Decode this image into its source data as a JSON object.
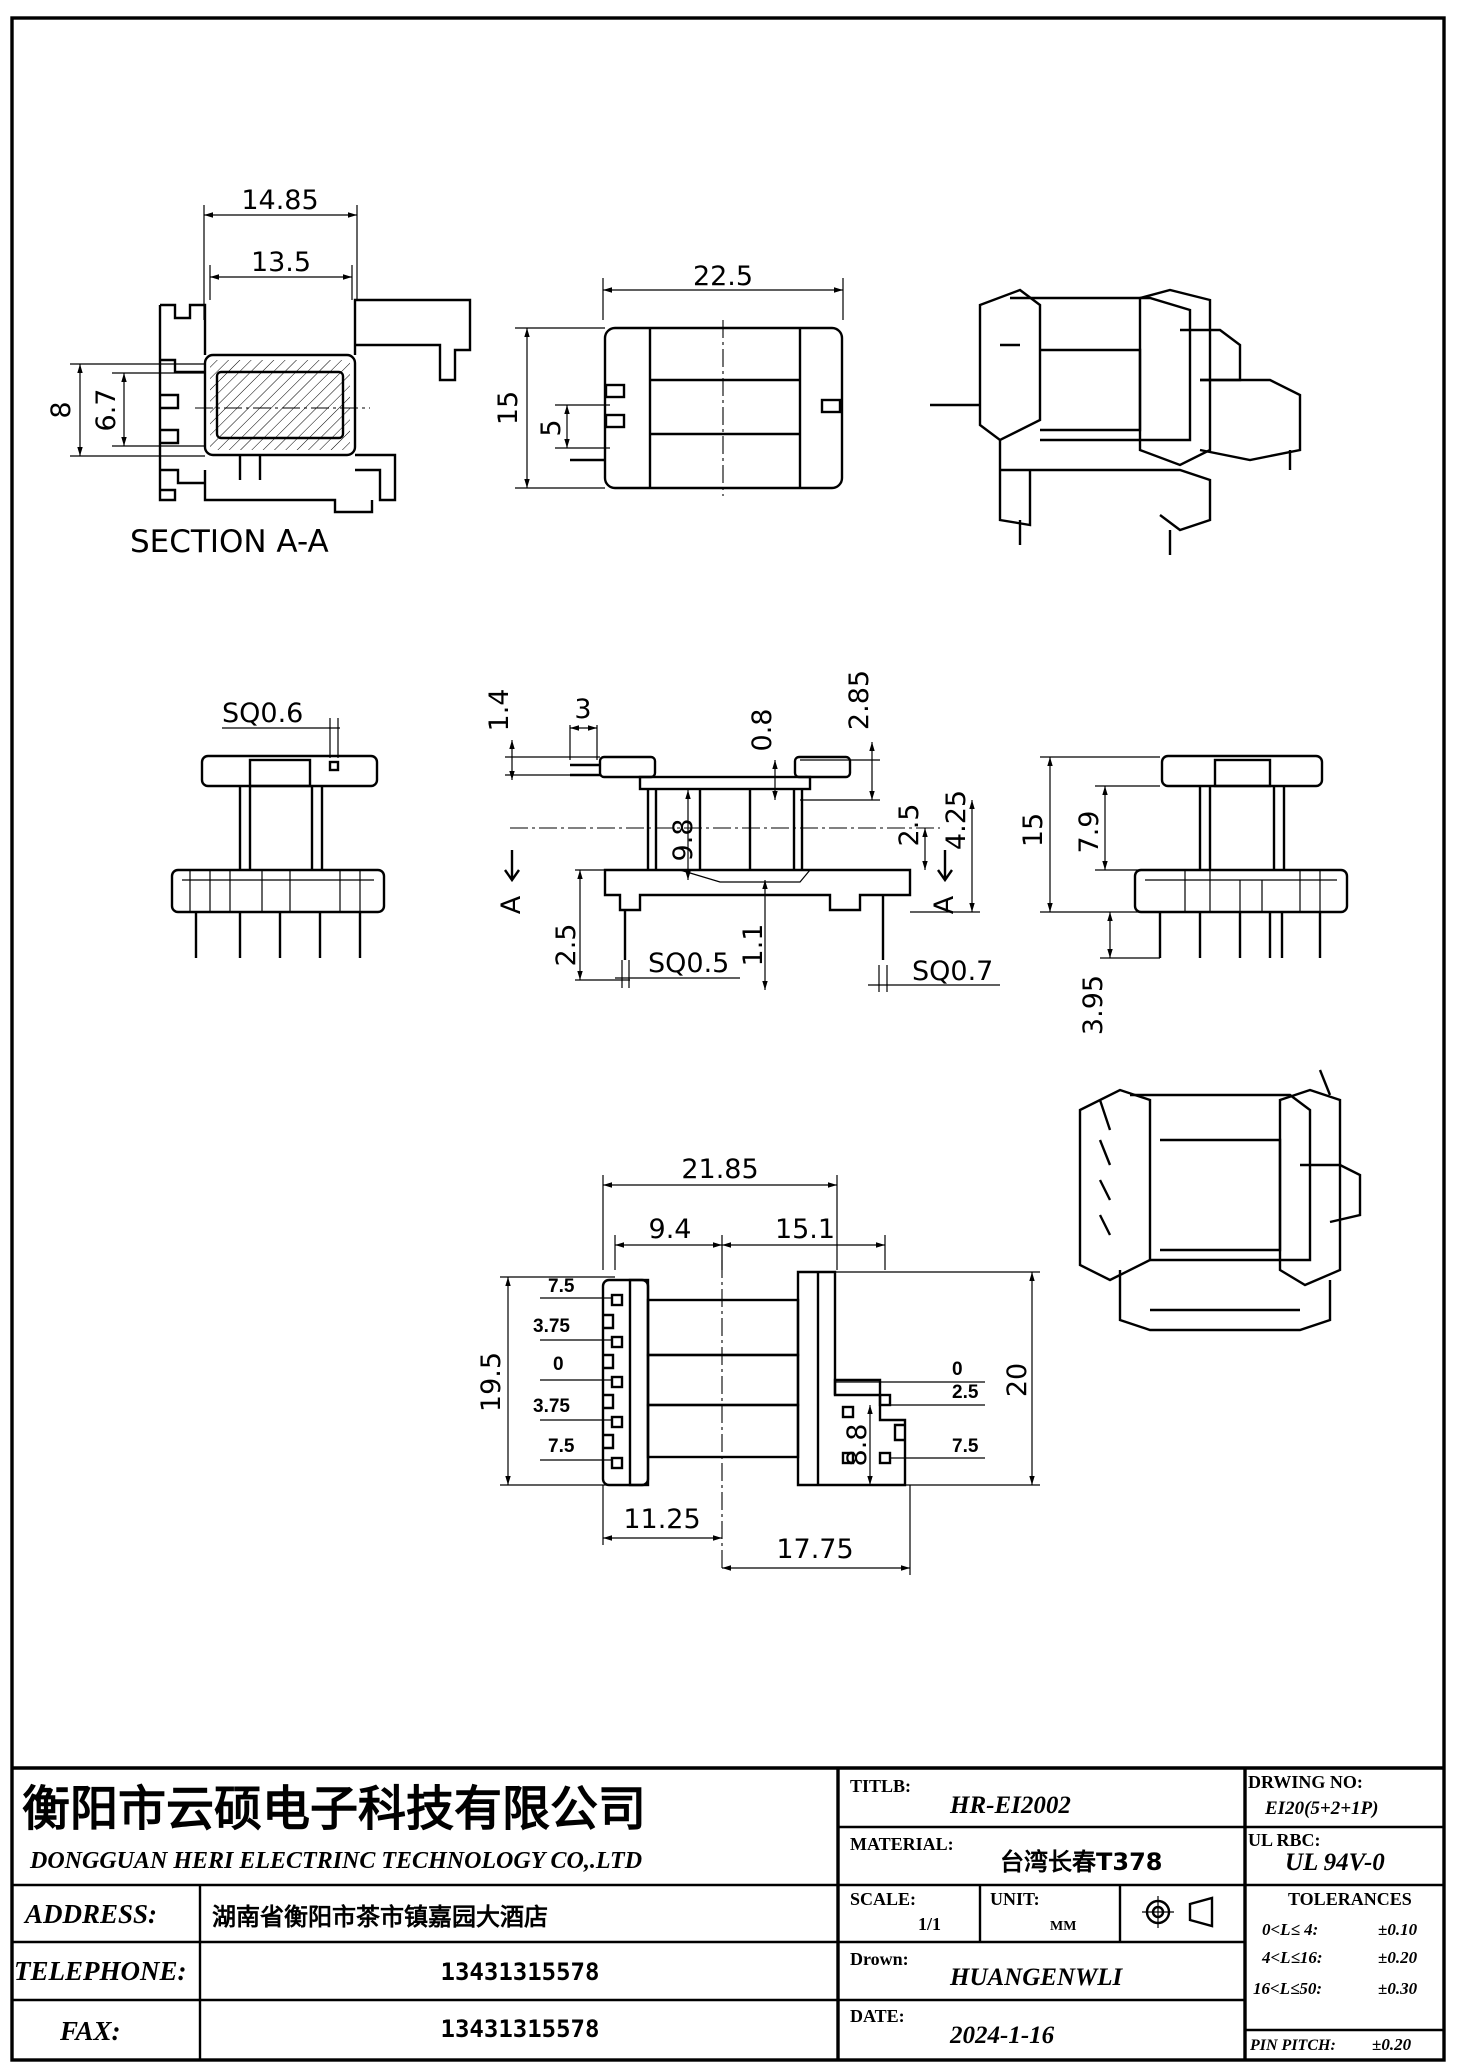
{
  "views": {
    "section": {
      "title": "SECTION A-A",
      "dims": {
        "width_outer": "14.85",
        "width_inner": "13.5",
        "height_outer": "8",
        "height_inner": "6.7"
      }
    },
    "top": {
      "dims": {
        "length": "22.5",
        "height": "15",
        "pin_offset": "5"
      }
    },
    "front": {
      "dims": {
        "sq_top": "SQ0.6",
        "d1_4": "1.4",
        "d3": "3",
        "d0_8": "0.8",
        "d2_85": "2.85",
        "d9_8": "9.8",
        "d2_5_right": "2.5",
        "d4_25": "4.25",
        "d2_5_left": "2.5",
        "sq_mid": "SQ0.5",
        "d1_1": "1.1",
        "sq_right": "SQ0.7"
      },
      "section_marks": [
        "A",
        "A"
      ]
    },
    "side": {
      "dims": {
        "height": "15",
        "flange": "7.9",
        "pin_len": "3.95"
      }
    },
    "bottom": {
      "dims": {
        "overall": "21.85",
        "left": "9.4",
        "right": "15.1",
        "height_left": "19.5",
        "height_right": "20",
        "pin_span": "8.8",
        "left_base": "11.25",
        "right_base": "17.75"
      },
      "pins_left": [
        "7.5",
        "3.75",
        "0",
        "3.75",
        "7.5"
      ],
      "pins_right": [
        "0",
        "2.5",
        "7.5"
      ]
    }
  },
  "title_block": {
    "company_cn": "衡阳市云硕电子科技有限公司",
    "company_en": "DONGGUAN HERI ELECTRINC TECHNOLOGY CO,.LTD",
    "address_label": "ADDRESS:",
    "address_value": "湖南省衡阳市茶市镇嘉园大酒店",
    "telephone_label": "TELEPHONE:",
    "telephone_value": "13431315578",
    "fax_label": "FAX:",
    "fax_value": "13431315578",
    "title_label": "TITLB:",
    "title_value": "HR-EI2002",
    "material_label": "MATERIAL:",
    "material_value": "台湾长春T378",
    "scale_label": "SCALE:",
    "scale_value": "1/1",
    "unit_label": "UNIT:",
    "unit_value": "MM",
    "drawn_label": "Drown:",
    "drawn_value": "HUANGENWLI",
    "date_label": "DATE:",
    "date_value": "2024-1-16",
    "drawing_no_label": "DRWING NO:",
    "drawing_no_value": "EI20(5+2+1P)",
    "ul_label": "UL RBC:",
    "ul_value": "UL 94V-0",
    "tolerances_label": "TOLERANCES",
    "tolerances": [
      {
        "range": "0<L≤ 4:",
        "value": "±0.10"
      },
      {
        "range": "4<L≤16:",
        "value": "±0.20"
      },
      {
        "range": "16<L≤50:",
        "value": "±0.30"
      }
    ],
    "pin_pitch_label": "PIN PITCH:",
    "pin_pitch_value": "±0.20"
  }
}
